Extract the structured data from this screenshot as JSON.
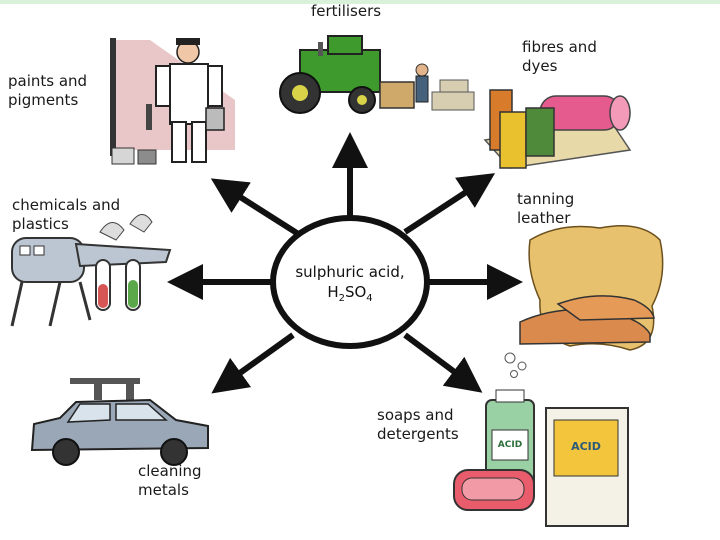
{
  "hub": {
    "line1": "sulphuric acid,",
    "formula": {
      "h": "H",
      "h_sub": "2",
      "so": "SO",
      "o_sub": "4"
    }
  },
  "uses": {
    "fertilisers": "fertilisers",
    "fibres_dyes": [
      "fibres and",
      "dyes"
    ],
    "paints_pigments": [
      "paints and",
      "pigments"
    ],
    "chemicals_plastics": [
      "chemicals and",
      "plastics"
    ],
    "tanning_leather": [
      "tanning",
      "leather"
    ],
    "soaps_detergents": [
      "soaps and",
      "detergents"
    ],
    "cleaning_metals": [
      "cleaning",
      "metals"
    ]
  },
  "illustrations": {
    "box_brand": "ACID",
    "bottle_label": "ACID"
  },
  "colors": {
    "arrow": "#111111",
    "strip": "#d9f1d9",
    "tractor": "#3e9a2c",
    "car": "#9aa7b6"
  }
}
